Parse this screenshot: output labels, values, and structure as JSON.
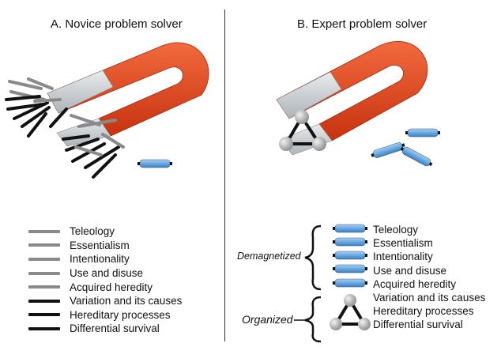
{
  "panel_a": {
    "title": "A. Novice problem solver",
    "legend": [
      {
        "label": "Teleology",
        "color": "#8a8a8a"
      },
      {
        "label": "Essentialism",
        "color": "#8a8a8a"
      },
      {
        "label": "Intentionality",
        "color": "#8a8a8a"
      },
      {
        "label": "Use and disuse",
        "color": "#8a8a8a"
      },
      {
        "label": "Acquired heredity",
        "color": "#8a8a8a"
      },
      {
        "label": "Variation and its causes",
        "color": "#111111"
      },
      {
        "label": "Hereditary processes",
        "color": "#111111"
      },
      {
        "label": "Differential survival",
        "color": "#111111"
      }
    ]
  },
  "panel_b": {
    "title": "B. Expert problem solver",
    "demagnetized_label": "Demagnetized",
    "organized_label": "Organized",
    "legend": [
      {
        "label": "Teleology"
      },
      {
        "label": "Essentialism"
      },
      {
        "label": "Intentionality"
      },
      {
        "label": "Use and disuse"
      },
      {
        "label": "Acquired heredity"
      },
      {
        "label": "Variation and its causes"
      },
      {
        "label": "Hereditary processes"
      },
      {
        "label": "Differential survival"
      }
    ]
  },
  "colors": {
    "magnet_red": "#e8401c",
    "magnet_pole": "#c9ced2",
    "cylinder_blue": "#6aa8e0",
    "sphere_gray": "#b8b8b8",
    "novice_gray_bar": "#8a8a8a",
    "novice_black_bar": "#111111"
  }
}
